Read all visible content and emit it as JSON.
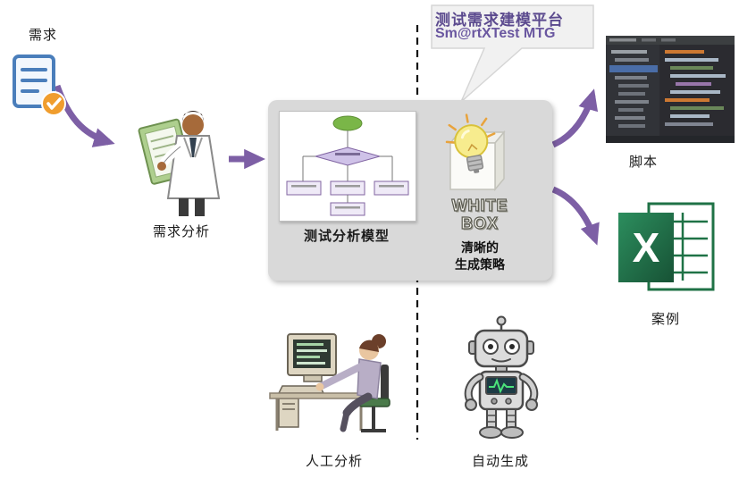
{
  "colors": {
    "arrow": "#7d5fa5",
    "callout_text": "#5b4a8e",
    "box_bg": "#d9d9d9",
    "excel_green": "#1f7246",
    "flow_green": "#7ab648",
    "flow_node_border": "#8064a2",
    "doc_blue": "#4a7ebb",
    "check_orange": "#f09d2e"
  },
  "callout": {
    "title": "测试需求建模平台",
    "subtitle": "Sm@rtXTest MTG"
  },
  "labels": {
    "requirement": "需求",
    "requirement_analysis": "需求分析",
    "test_analysis_model": "测试分析模型",
    "script": "脚本",
    "test_case": "案例",
    "manual_analysis": "人工分析",
    "auto_generation": "自动生成"
  },
  "white_box": {
    "line1": "WHITE",
    "line2": "BOX",
    "strategy_line1": "清晰的",
    "strategy_line2": "生成策略"
  },
  "excel_icon_letter": "X"
}
